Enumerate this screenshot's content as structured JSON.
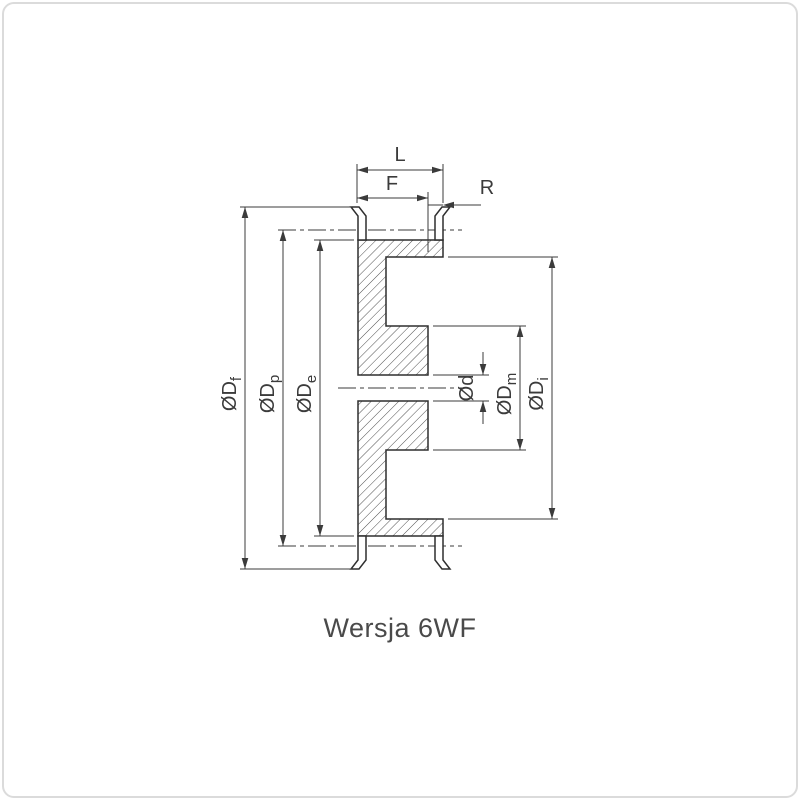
{
  "drawing": {
    "caption": "Wersja 6WF",
    "dims": {
      "L": {
        "label": "L"
      },
      "F": {
        "label": "F"
      },
      "R": {
        "label": "R"
      },
      "Df": {
        "prefix": "ØD",
        "sub": "f"
      },
      "Dp": {
        "prefix": "ØD",
        "sub": "p"
      },
      "De": {
        "prefix": "ØD",
        "sub": "e"
      },
      "d": {
        "prefix": "Ød",
        "sub": ""
      },
      "Dm": {
        "prefix": "ØD",
        "sub": "m"
      },
      "Di": {
        "prefix": "ØD",
        "sub": "i"
      }
    },
    "colors": {
      "line": "#3b3b3b",
      "hatch": "#3b3b3b",
      "frame_border": "#dbdbdb",
      "caption": "#4a4a4a",
      "background": "#ffffff"
    }
  }
}
